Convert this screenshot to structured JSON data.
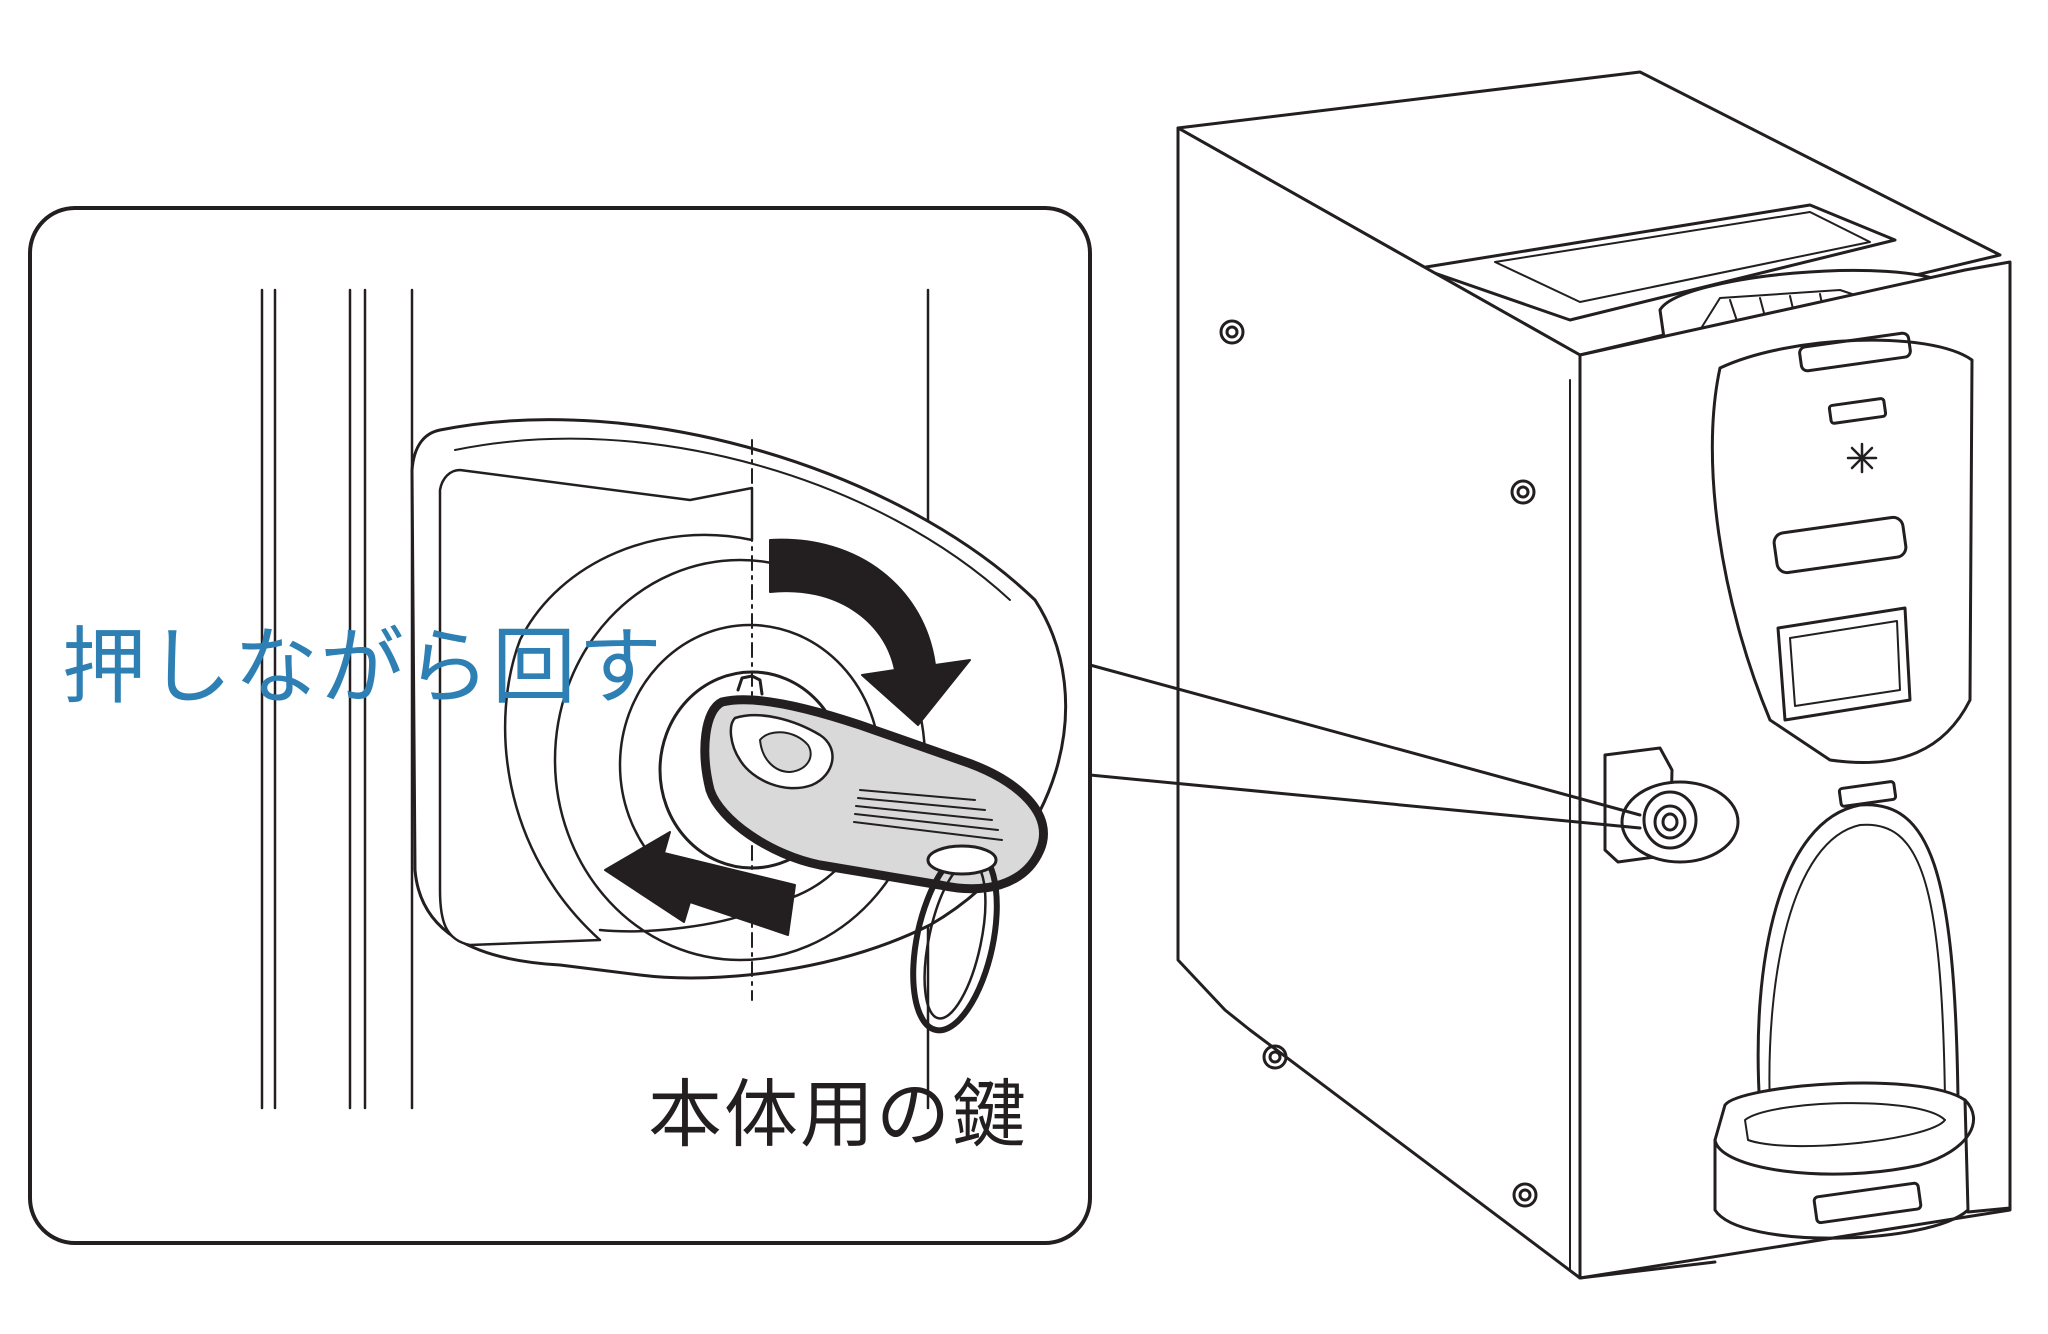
{
  "labels": {
    "instruction": "押しながら回す",
    "key_name": "本体用の鍵"
  },
  "colors": {
    "instruction_text": "#2e7fb3",
    "line": "#231f20",
    "key_fill": "#d9d9d9",
    "background": "#ffffff"
  },
  "icons": {
    "rotate_arrow": "curved-arrow-clockwise",
    "push_arrow": "arrow-push-inward"
  }
}
